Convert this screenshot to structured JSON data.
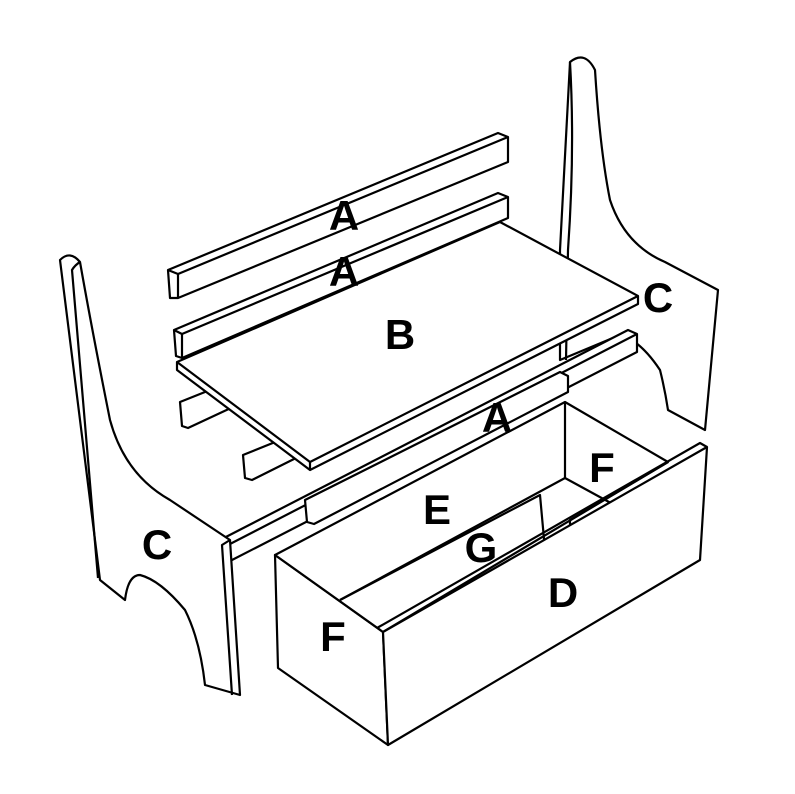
{
  "labels": {
    "slat_top": "A",
    "slat_middle": "A",
    "seat": "B",
    "side_right": "C",
    "front_rail": "A",
    "drawer_side_right": "F",
    "drawer_back": "E",
    "drawer_bottom": "G",
    "drawer_front": "D",
    "side_left": "C",
    "drawer_side_left": "F"
  }
}
